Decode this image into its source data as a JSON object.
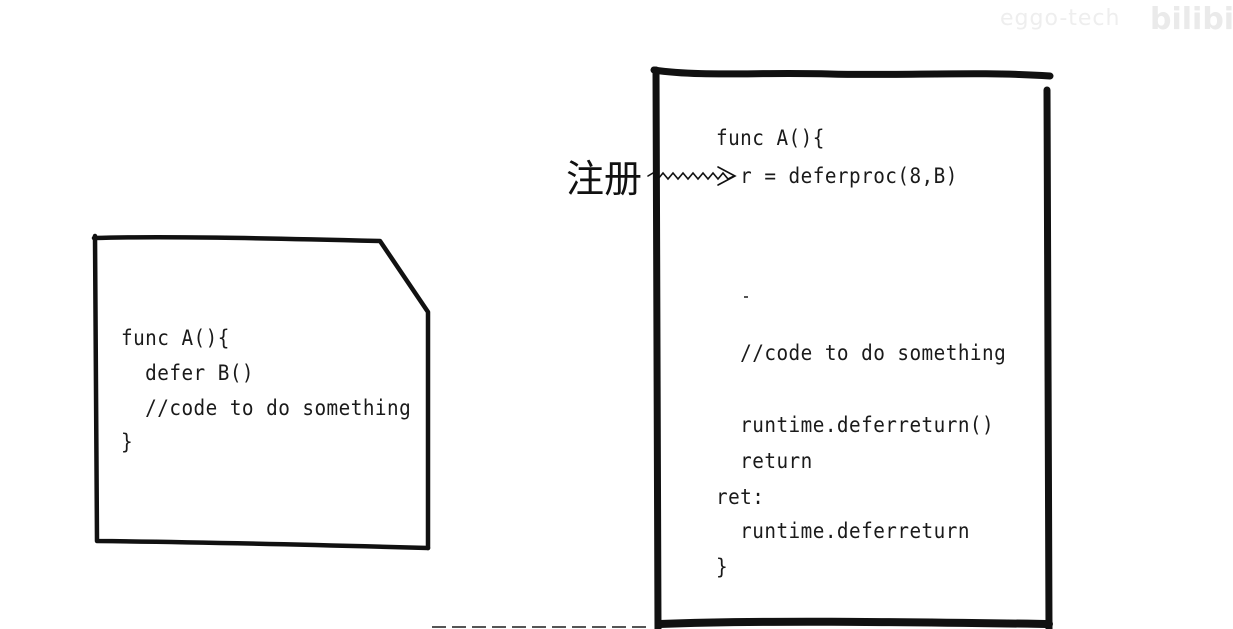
{
  "watermark": {
    "channel": "eggo-tech",
    "logo": "bilibili"
  },
  "left_box": {
    "lines": [
      "func A(){",
      "  defer B()",
      "  //code to do something",
      "}"
    ]
  },
  "register_label": "注册",
  "right_box": {
    "lines": [
      "func A(){",
      "  r = deferproc(8,B)",
      "  //code to do something",
      "  runtime.deferreturn()",
      "  return",
      "ret:",
      "  runtime.deferreturn",
      "}"
    ]
  }
}
